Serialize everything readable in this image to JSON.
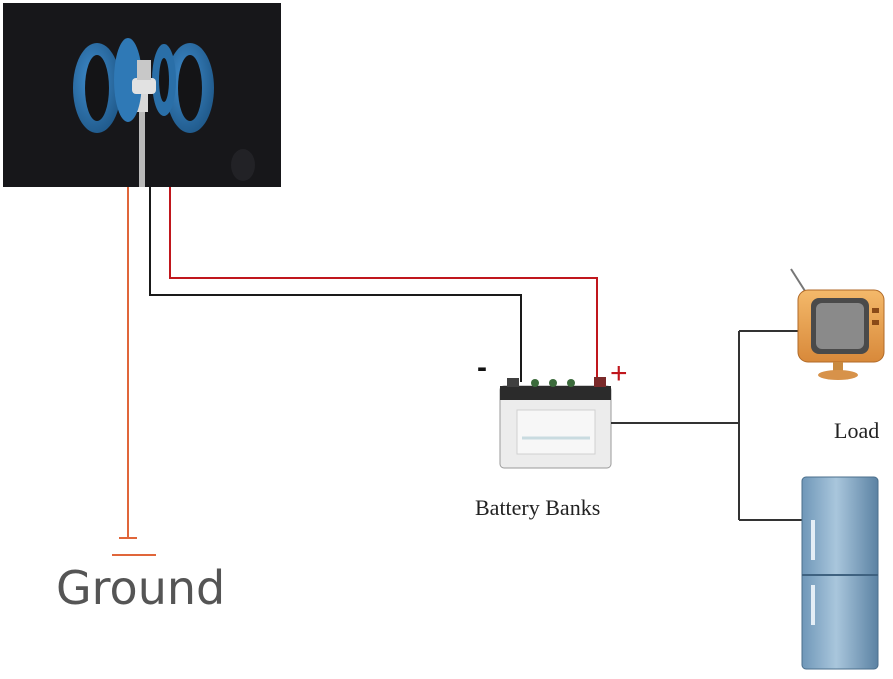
{
  "labels": {
    "ground": "Ground",
    "battery": "Battery Banks",
    "load": "Load",
    "minus": "-",
    "plus": "+"
  },
  "colors": {
    "red_wire": "#c0171d",
    "black_wire": "#1a1a1a",
    "ground_wire": "#e0663a",
    "load_wire": "#333333",
    "turbine_blue": "#2a6fa8",
    "photo_bg": "#141416"
  },
  "icons": {
    "turbine": "wind-turbine-photo",
    "battery": "car-battery",
    "tv": "retro-tv",
    "fridge": "refrigerator",
    "ground": "ground-symbol"
  }
}
